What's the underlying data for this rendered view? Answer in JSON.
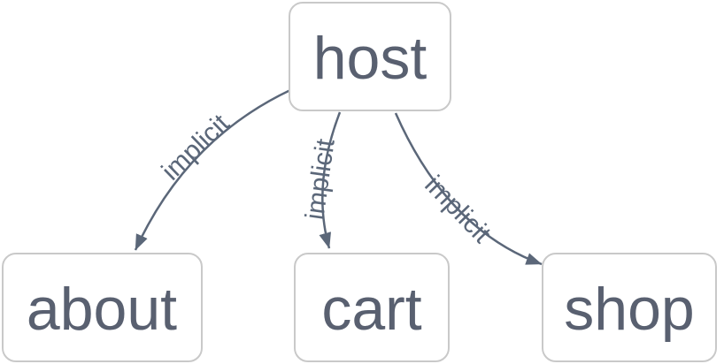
{
  "diagram": {
    "type": "flowchart",
    "direction": "top-down",
    "nodes": [
      {
        "id": "host",
        "label": "host"
      },
      {
        "id": "about",
        "label": "about"
      },
      {
        "id": "cart",
        "label": "cart"
      },
      {
        "id": "shop",
        "label": "shop"
      }
    ],
    "edges": [
      {
        "from": "host",
        "to": "about",
        "label": "implicit"
      },
      {
        "from": "host",
        "to": "cart",
        "label": "implicit"
      },
      {
        "from": "host",
        "to": "shop",
        "label": "implicit"
      }
    ],
    "colors": {
      "background": "#ffffff",
      "node_fill": "#ffffff",
      "node_border": "#c9c9c9",
      "node_text": "#596070",
      "edge_stroke": "#5b6779",
      "edge_label_text": "#5b6779"
    }
  }
}
